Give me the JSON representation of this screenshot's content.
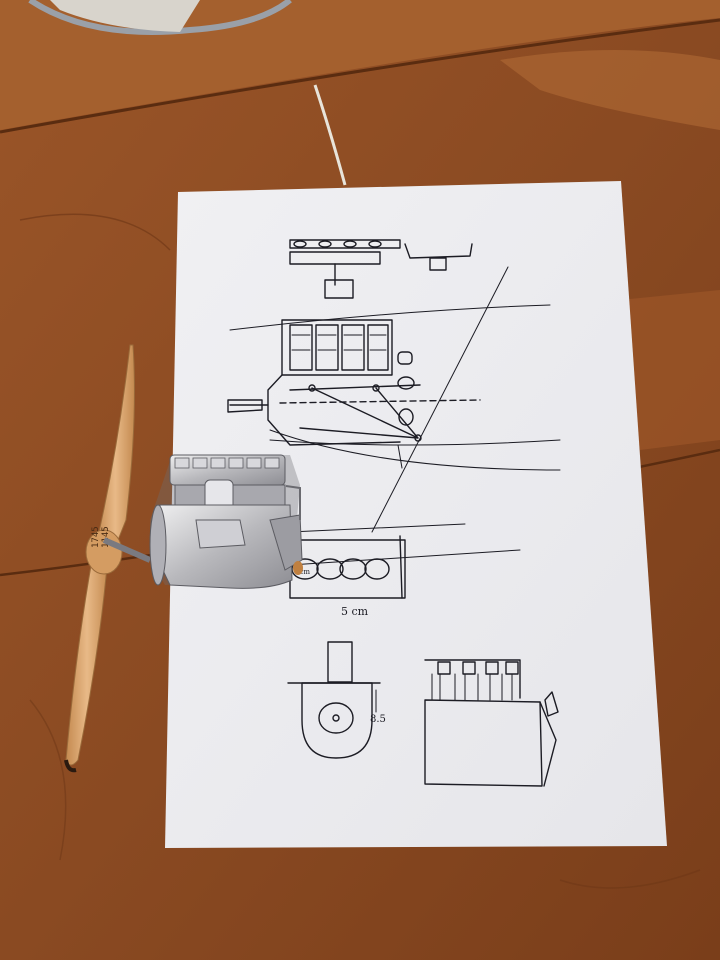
{
  "photo": {
    "colors": {
      "table": "#8a4a22",
      "table_light": "#a05a2c",
      "paper": "#f4f4f6",
      "ink": "#1c1c24",
      "metal": "#c9c9cc",
      "propeller": "#d9a56c"
    },
    "sketch_labels": {
      "width_label": "5 cm",
      "height_label": "8.5",
      "small_label": "1cm"
    },
    "propeller_marking": {
      "line1": "1745",
      "line2": "1145"
    }
  }
}
